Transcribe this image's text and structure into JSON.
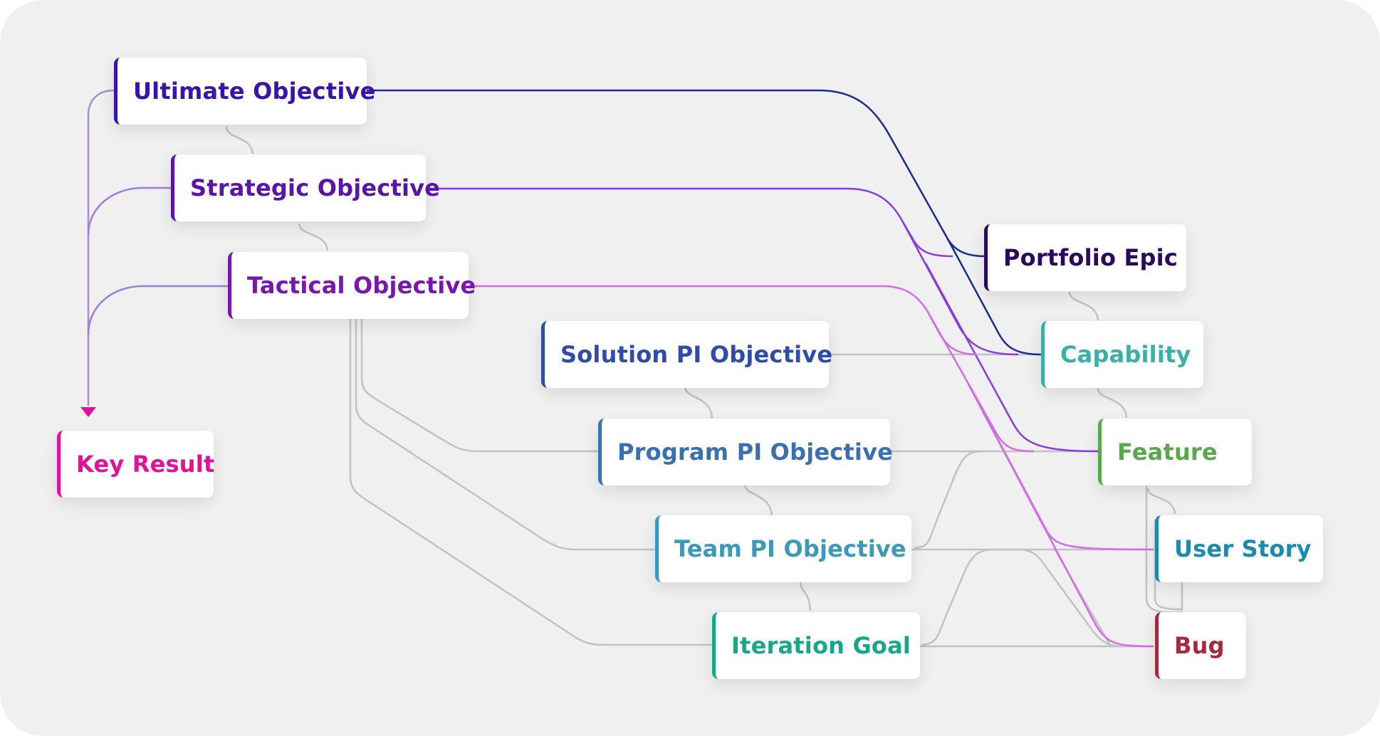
{
  "nodes": {
    "ultimate": {
      "label": "Ultimate Objective",
      "color": "#3a14a8"
    },
    "strategic": {
      "label": "Strategic Objective",
      "color": "#5a14a8"
    },
    "tactical": {
      "label": "Tactical Objective",
      "color": "#7a16b0"
    },
    "key_result": {
      "label": "Key Result",
      "color": "#e0129a"
    },
    "solution_pi": {
      "label": "Solution PI Objective",
      "color": "#2e4ca8"
    },
    "program_pi": {
      "label": "Program PI Objective",
      "color": "#3a70b0"
    },
    "team_pi": {
      "label": "Team PI Objective",
      "color": "#3a9ab8"
    },
    "iteration_goal": {
      "label": "Iteration Goal",
      "color": "#17a88a"
    },
    "portfolio_epic": {
      "label": "Portfolio Epic",
      "color": "#2a0a5e"
    },
    "capability": {
      "label": "Capability",
      "color": "#3ab0a8"
    },
    "feature": {
      "label": "Feature",
      "color": "#5aa84a"
    },
    "user_story": {
      "label": "User Story",
      "color": "#1a8ab0"
    },
    "bug": {
      "label": "Bug",
      "color": "#a8283e"
    }
  },
  "link_colors": {
    "ultimate": "#1a2a9a",
    "strategic": "#8a3ae0",
    "tactical": "#d46ae8",
    "key_result_arrow": "#e0129a",
    "neutral": "#c2c2c2"
  }
}
